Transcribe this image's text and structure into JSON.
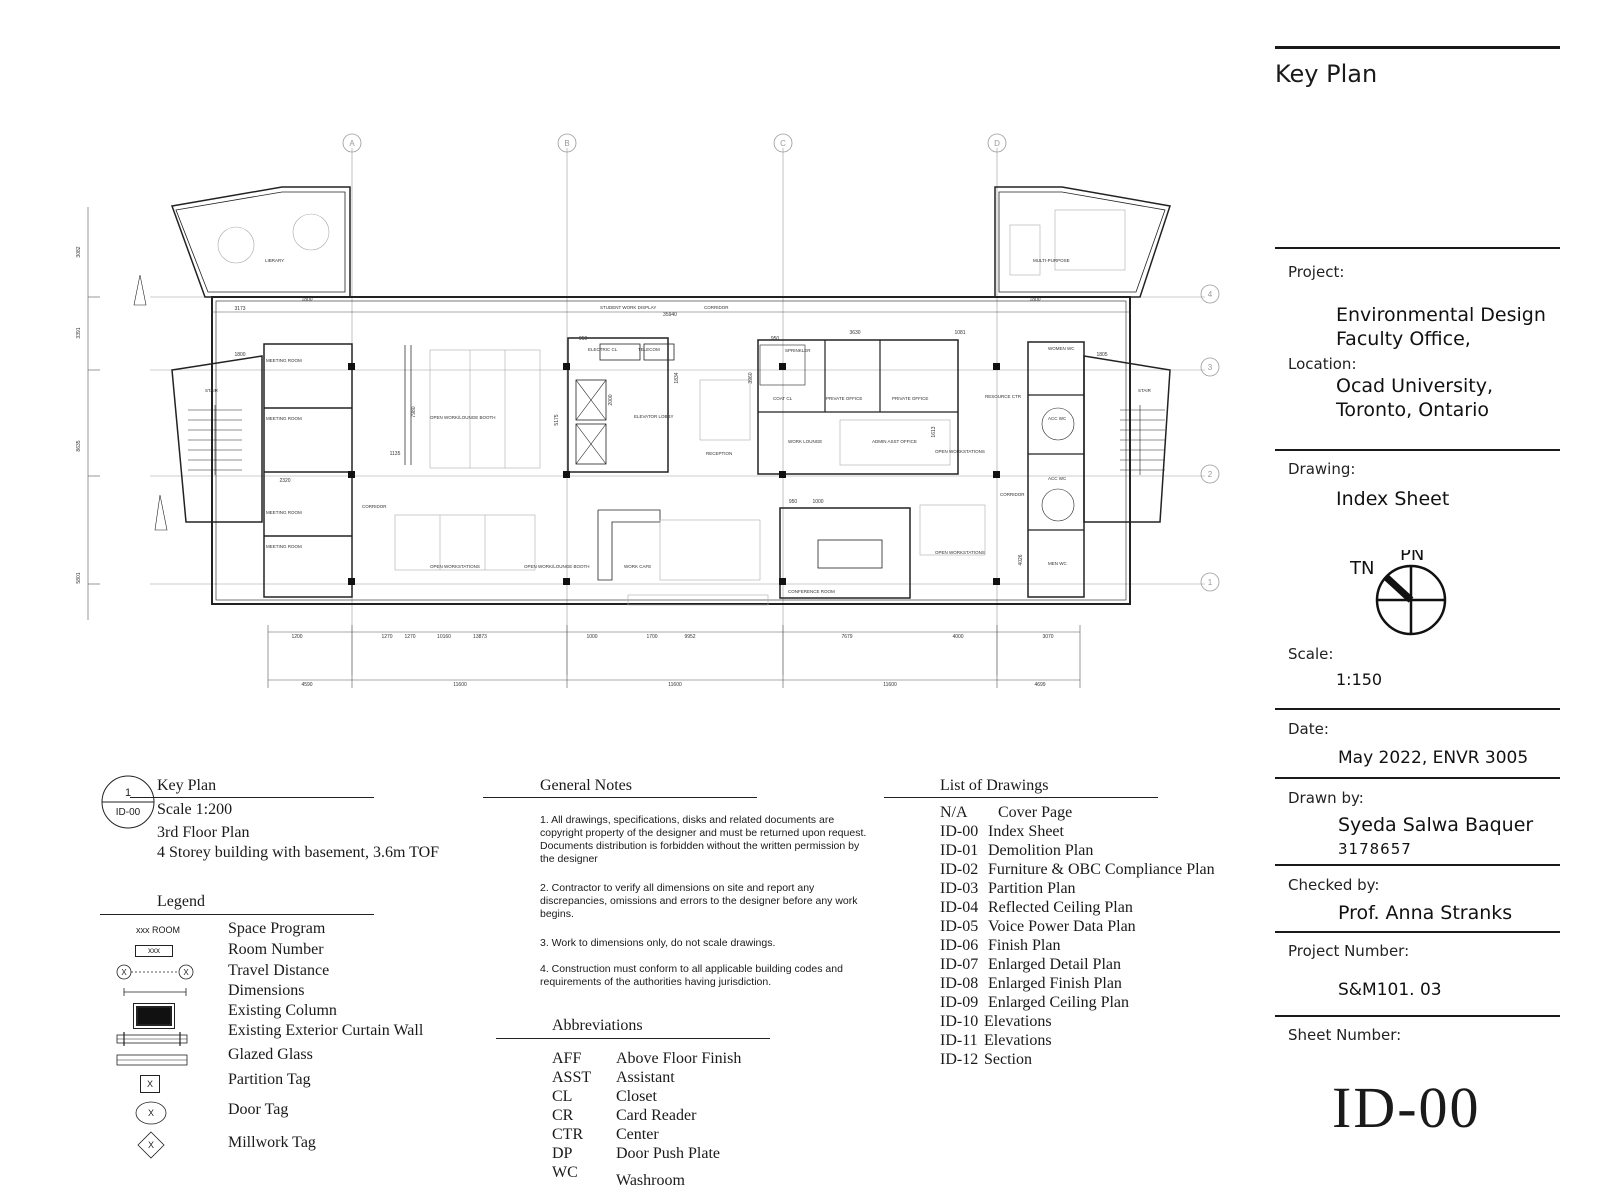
{
  "title_block": {
    "heading": "Key Plan",
    "project_label": "Project:",
    "project_lines": [
      "Environmental Design",
      "Faculty Office,"
    ],
    "location_label": "Location:",
    "location_lines": [
      "Ocad University,",
      "Toronto, Ontario"
    ],
    "drawing_label": "Drawing:",
    "drawing_value": "Index Sheet",
    "north_labels": {
      "true_north": "TN",
      "project_north": "PN"
    },
    "scale_label": "Scale:",
    "scale_value": "1:150",
    "date_label": "Date:",
    "date_value": "May 2022, ENVR 3005",
    "drawn_by_label": "Drawn by:",
    "drawn_by_name": "Syeda Salwa Baquer",
    "drawn_by_id": "3178657",
    "checked_by_label": "Checked by:",
    "checked_by_value": "Prof. Anna Stranks",
    "project_number_label": "Project Number:",
    "project_number_value": "S&M101. 03",
    "sheet_number_label": "Sheet Number:",
    "sheet_number_value": "ID-00"
  },
  "key_plan": {
    "bubble_number": "1",
    "bubble_sheet": "ID-00",
    "title": "Key Plan",
    "lines": [
      "Scale 1:200",
      "3rd Floor Plan",
      "4 Storey building with basement, 3.6m TOF"
    ]
  },
  "legend": {
    "title": "Legend",
    "space_program_symbol": "xxx ROOM",
    "room_number_symbol": "xxx",
    "tag_symbol": "X",
    "items": [
      "Space Program",
      "Room Number",
      "Travel Distance",
      "Dimensions",
      "Existing Column",
      "Existing Exterior Curtain  Wall",
      "Glazed Glass",
      "Partition Tag",
      "Door Tag",
      "Millwork Tag"
    ]
  },
  "general_notes": {
    "title": "General Notes",
    "notes": [
      "1. All drawings, specifications, disks and related documents are copyright property of the designer and must be returned upon request. Documents distribution is forbidden without the written permission by the designer",
      "2. Contractor to verify all dimensions on site and report any discrepancies, omissions and errors to the designer before any work begins.",
      "3. Work to dimensions only, do not scale drawings.",
      "4. Construction must conform to all applicable building codes and requirements of the authorities having jurisdiction."
    ]
  },
  "abbreviations": {
    "title": "Abbreviations",
    "items": [
      {
        "code": "AFF",
        "meaning": "Above Floor Finish"
      },
      {
        "code": "ASST",
        "meaning": "Assistant"
      },
      {
        "code": "CL",
        "meaning": "Closet"
      },
      {
        "code": "CR",
        "meaning": "Card Reader"
      },
      {
        "code": "CTR",
        "meaning": "Center"
      },
      {
        "code": "DP",
        "meaning": "Door Push Plate"
      },
      {
        "code": "WC",
        "meaning": "Washroom"
      }
    ]
  },
  "drawings_list": {
    "title": "List of Drawings",
    "items": [
      {
        "code": "N/A",
        "name": "Cover Page"
      },
      {
        "code": "ID-00",
        "name": "Index Sheet"
      },
      {
        "code": "ID-01",
        "name": "Demolition Plan"
      },
      {
        "code": "ID-02",
        "name": "Furniture & OBC Compliance Plan"
      },
      {
        "code": "ID-03",
        "name": "Partition Plan"
      },
      {
        "code": "ID-04",
        "name": "Reflected Ceiling Plan"
      },
      {
        "code": "ID-05",
        "name": "Voice Power Data Plan"
      },
      {
        "code": "ID-06",
        "name": "Finish Plan"
      },
      {
        "code": "ID-07",
        "name": "Enlarged Detail Plan"
      },
      {
        "code": "ID-08",
        "name": "Enlarged Finish Plan"
      },
      {
        "code": "ID-09",
        "name": "Enlarged Ceiling Plan"
      },
      {
        "code": "ID-10",
        "name": "Elevations"
      },
      {
        "code": "ID-11",
        "name": "Elevations"
      },
      {
        "code": "ID-12",
        "name": "Section"
      }
    ]
  },
  "floor_plan": {
    "grid_labels": [
      "A",
      "B",
      "C",
      "D",
      "4",
      "3",
      "2",
      "1"
    ],
    "rooms": [
      "LIBRARY",
      "MULTI-PURPOSE",
      "MEETING ROOM",
      "MEETING ROOM",
      "MEETING ROOM",
      "MEETING ROOM",
      "STAIR",
      "STAIR",
      "STUDENT WORK DISPLAY",
      "CORRIDOR",
      "ELECTRIC CL",
      "TELECOM",
      "ELEVATOR LOBBY",
      "RECEPTION",
      "OPEN WORK/LOUNGE BOOTH",
      "OPEN WORKSTATIONS",
      "WORK CAFE",
      "CONFERENCE ROOM",
      "PRIVATE OFFICE",
      "PRIVATE OFFICE",
      "ADMIN ASST OFFICE",
      "RESOURCE CTR",
      "WORK LOUNGE",
      "COAT CL",
      "SPRINKLER",
      "OPEN WORKSTATIONS",
      "WOMEN WC",
      "ACC WC",
      "ACC WC",
      "MEN WC",
      "CORRIDOR",
      "CORRIDOR",
      "OPEN WORKSTATIONS",
      "OPEN WORK/LOUNGE BOOTH"
    ],
    "dimensions_top": [
      "3173",
      "1800",
      "1800",
      "35940",
      "950",
      "950",
      "3630",
      "1081",
      "1805",
      "1800"
    ],
    "dimensions_left": [
      "3082",
      "3391",
      "8635",
      "5801"
    ],
    "dimensions_bottom_1": [
      "1200",
      "1270",
      "1270",
      "10160",
      "13873",
      "1000",
      "1700",
      "9952",
      "7679",
      "4000",
      "3070"
    ],
    "dimensions_bottom_2": [
      "4590",
      "11600",
      "11600",
      "11600",
      "4699"
    ],
    "misc_dims": [
      "2320",
      "1135",
      "7980",
      "5175",
      "2000",
      "1834",
      "3960",
      "950",
      "1000",
      "4026",
      "1613"
    ]
  }
}
